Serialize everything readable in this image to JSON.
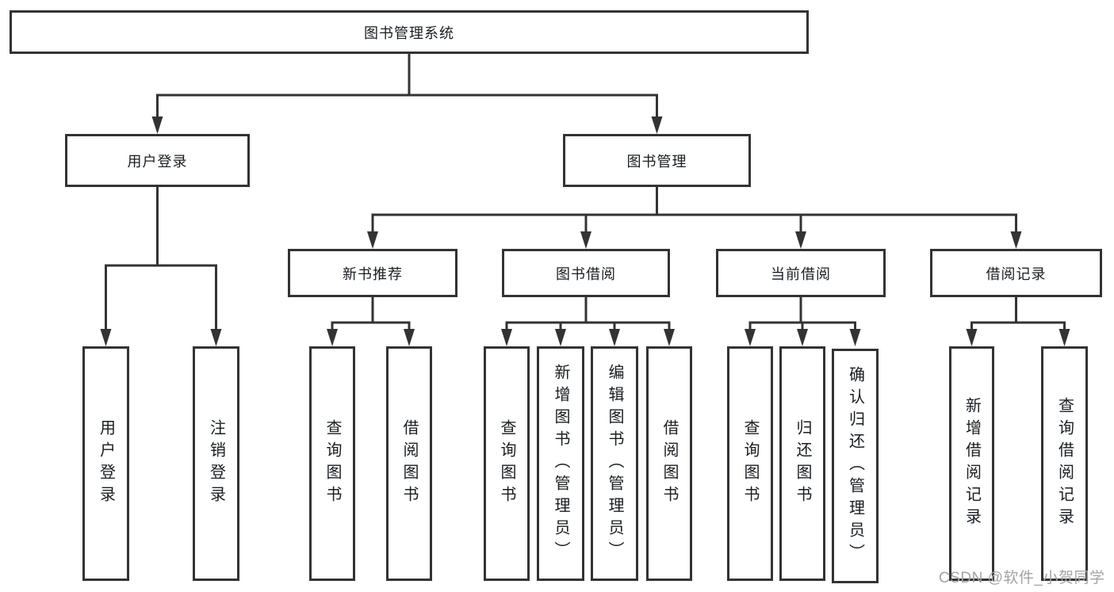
{
  "colors": {
    "line": "#333333",
    "text": "#1a1d21",
    "box_background": "#ffffff",
    "watermark": "#a3a3a3",
    "page_background": "#ffffff"
  },
  "tree": {
    "root": "图书管理系统",
    "user_login": {
      "label": "用户登录",
      "children": [
        "用户登录",
        "注销登录"
      ]
    },
    "book_management": {
      "label": "图书管理",
      "sections": [
        {
          "label": "新书推荐",
          "children": [
            "查询图书",
            "借阅图书"
          ]
        },
        {
          "label": "图书借阅",
          "children": [
            "查询图书",
            "新增图书（管理员）",
            "编辑图书（管理员）",
            "借阅图书"
          ]
        },
        {
          "label": "当前借阅",
          "children": [
            "查询图书",
            "归还图书",
            "确认归还（管理员）"
          ]
        },
        {
          "label": "借阅记录",
          "children": [
            "新增借阅记录",
            "查询借阅记录"
          ]
        }
      ]
    }
  },
  "watermark": {
    "text": "CSDN @软件_小贺同学"
  }
}
